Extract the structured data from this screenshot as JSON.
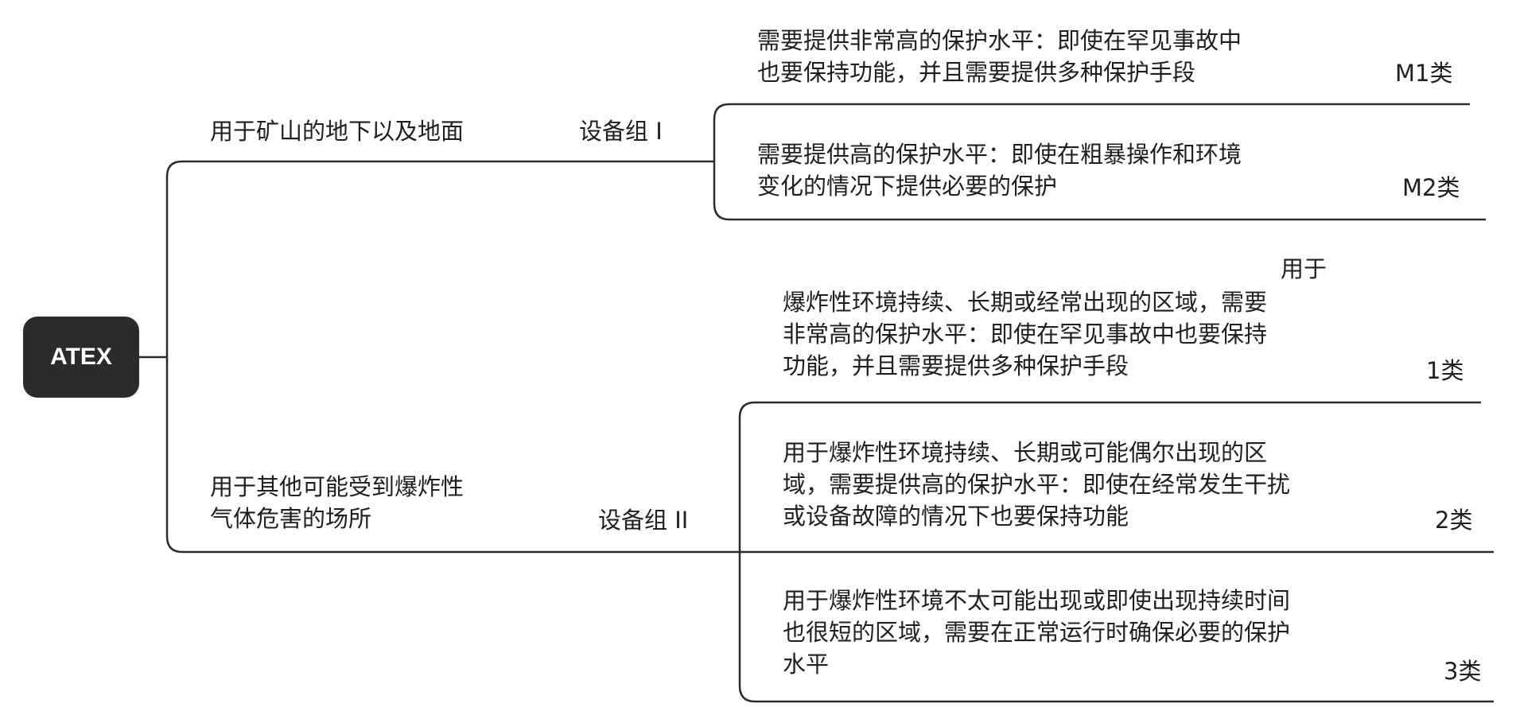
{
  "root": {
    "label": "ATEX"
  },
  "groups": [
    {
      "description": "用于矿山的地下以及地面",
      "label": "设备组 I",
      "categories": [
        {
          "description": "需要提供非常高的保护水平：即使在罕见事故中\n也要保持功能，并且需要提供多种保护手段",
          "label": "M1类"
        },
        {
          "description": "需要提供高的保护水平：即使在粗暴操作和环境\n变化的情况下提供必要的保护",
          "label": "M2类"
        }
      ]
    },
    {
      "description": "用于其他可能受到爆炸性\n气体危害的场所",
      "label": "设备组 II",
      "categories": [
        {
          "description_lead": "用于",
          "description": "爆炸性环境持续、长期或经常出现的区域，需要\n非常高的保护水平：即使在罕见事故中也要保持\n功能，并且需要提供多种保护手段",
          "label": "1类"
        },
        {
          "description": "用于爆炸性环境持续、长期或可能偶尔出现的区\n域，需要提供高的保护水平：即使在经常发生干扰\n或设备故障的情况下也要保持功能",
          "label": "2类"
        },
        {
          "description": "用于爆炸性环境不太可能出现或即使出现持续时间\n也很短的区域，需要在正常运行时确保必要的保护\n水平",
          "label": "3类"
        }
      ]
    }
  ]
}
